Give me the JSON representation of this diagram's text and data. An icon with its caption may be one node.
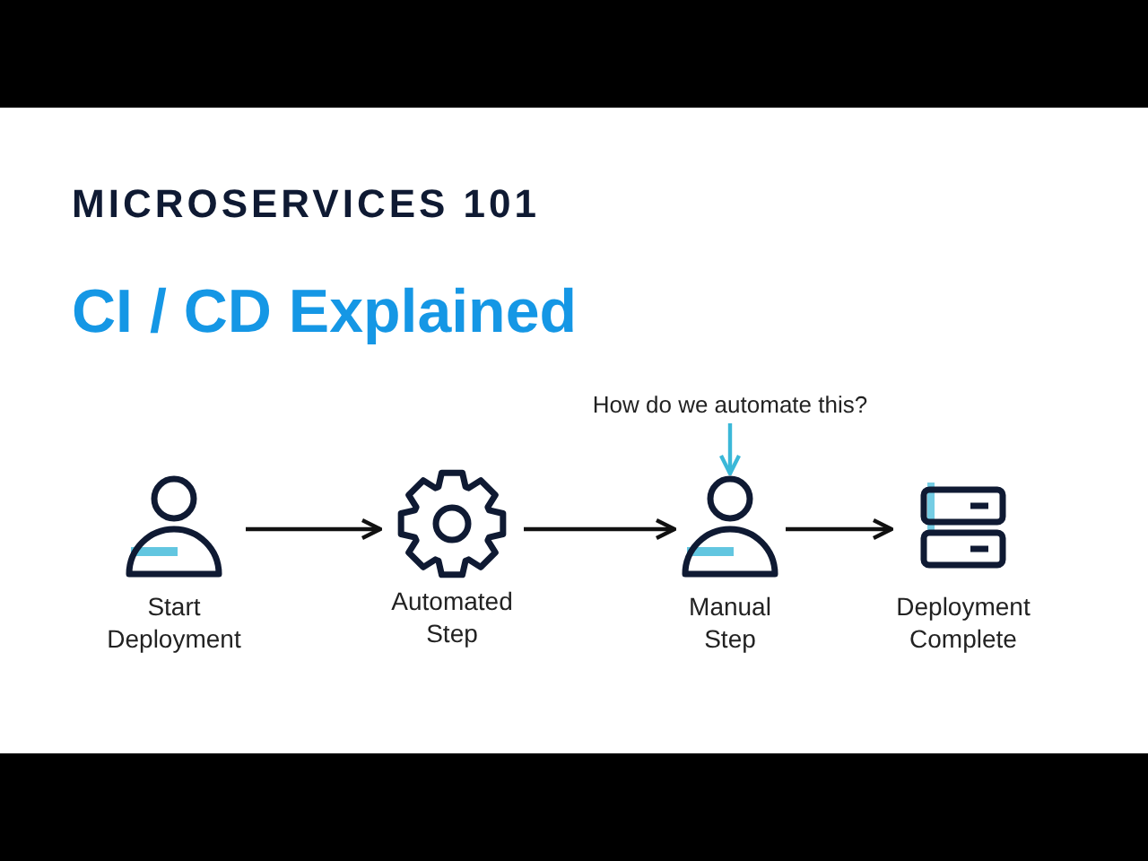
{
  "diagram": {
    "title": "MICROSERVICES 101",
    "caption": "CI / CD Explained",
    "nodes": [
      {
        "text": [
          "Start Deployment"
        ]
      },
      {
        "text": [
          "Automated Step"
        ]
      },
      {
        "text": [
          "Manual Step"
        ]
      },
      {
        "text": [
          "Deployment Complete"
        ]
      },
      {
        "text": [
          "How do we automate this?"
        ]
      }
    ],
    "edges": [
      {
        "from": 0,
        "to": 1,
        "arrow": "to"
      },
      {
        "from": 1,
        "to": 2,
        "arrow": "to"
      },
      {
        "from": 2,
        "to": 3,
        "arrow": "to"
      },
      {
        "from": 4,
        "to": 2,
        "arrow": "to",
        "color": "#3bb8d8"
      }
    ]
  }
}
